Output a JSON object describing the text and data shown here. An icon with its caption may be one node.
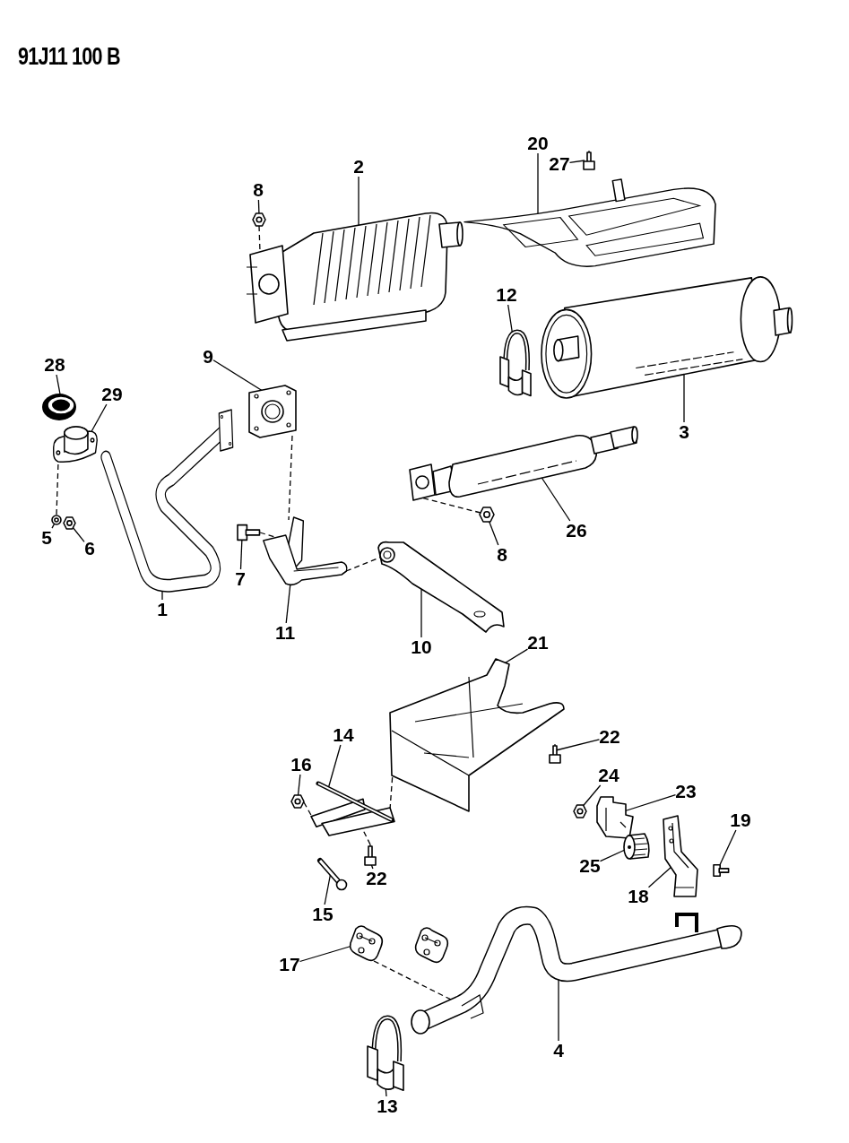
{
  "diagram": {
    "nodes": [
      {
        "text": [
          "2"
        ]
      },
      {
        "text": [],
        "shape": "picture"
      },
      {
        "text": [
          "8"
        ]
      },
      {
        "text": [],
        "shape": "picture"
      },
      {
        "text": [
          "20"
        ]
      },
      {
        "text": [],
        "shape": "picture"
      },
      {
        "text": [
          "27"
        ]
      },
      {
        "text": [],
        "shape": "picture"
      },
      {
        "text": [
          "12"
        ]
      },
      {
        "text": [],
        "shape": "picture"
      },
      {
        "text": [
          "3"
        ]
      },
      {
        "text": [],
        "shape": "picture"
      },
      {
        "text": [
          "28"
        ]
      },
      {
        "text": [],
        "shape": "picture"
      },
      {
        "text": [
          "29"
        ]
      },
      {
        "text": [],
        "shape": "picture"
      },
      {
        "text": [
          "9"
        ]
      },
      {
        "text": [],
        "shape": "picture"
      },
      {
        "text": [
          "5"
        ]
      },
      {
        "text": [],
        "shape": "picture"
      },
      {
        "text": [
          "6"
        ]
      },
      {
        "text": [],
        "shape": "picture"
      },
      {
        "text": [
          "1"
        ]
      },
      {
        "text": [],
        "shape": "picture"
      },
      {
        "text": [
          "7"
        ]
      },
      {
        "text": [],
        "shape": "picture"
      },
      {
        "text": [
          "11"
        ]
      },
      {
        "text": [],
        "shape": "picture"
      },
      {
        "text": [
          "26"
        ]
      },
      {
        "text": [],
        "shape": "picture"
      },
      {
        "text": [
          "8"
        ]
      },
      {
        "text": [],
        "shape": "picture"
      },
      {
        "text": [
          "10"
        ]
      },
      {
        "text": [],
        "shape": "picture"
      },
      {
        "text": [
          "21"
        ]
      },
      {
        "text": [],
        "shape": "picture"
      },
      {
        "text": [
          "22"
        ]
      },
      {
        "text": [],
        "shape": "picture"
      },
      {
        "text": [
          "14"
        ]
      },
      {
        "text": [],
        "shape": "picture"
      },
      {
        "text": [
          "16"
        ]
      },
      {
        "text": [],
        "shape": "picture"
      },
      {
        "text": [
          "24"
        ]
      },
      {
        "text": [],
        "shape": "picture"
      },
      {
        "text": [
          "23"
        ]
      },
      {
        "text": [],
        "shape": "picture"
      },
      {
        "text": [
          "19"
        ]
      },
      {
        "text": [],
        "shape": "picture"
      },
      {
        "text": [
          "22"
        ]
      },
      {
        "text": [],
        "shape": "picture"
      },
      {
        "text": [
          "25"
        ]
      },
      {
        "text": [],
        "shape": "picture"
      },
      {
        "text": [
          "18"
        ]
      },
      {
        "text": [],
        "shape": "picture"
      },
      {
        "text": [
          "15"
        ]
      },
      {
        "text": [],
        "shape": "picture"
      },
      {
        "text": [
          "17"
        ]
      },
      {
        "text": [],
        "shape": "picture"
      },
      {
        "text": [
          "4"
        ]
      },
      {
        "text": [],
        "shape": "picture"
      },
      {
        "text": [
          "13"
        ]
      },
      {
        "text": [],
        "shape": "picture"
      }
    ],
    "edges": [
      {
        "from": 0,
        "to": 1,
        "arrow": "none"
      },
      {
        "from": 2,
        "to": 3,
        "arrow": "none"
      },
      {
        "from": 4,
        "to": 5,
        "arrow": "none"
      },
      {
        "from": 6,
        "to": 7,
        "arrow": "none"
      },
      {
        "from": 8,
        "to": 9,
        "arrow": "none"
      },
      {
        "from": 10,
        "to": 11,
        "arrow": "none"
      },
      {
        "from": 12,
        "to": 13,
        "arrow": "none"
      },
      {
        "from": 14,
        "to": 15,
        "arrow": "none"
      },
      {
        "from": 16,
        "to": 17,
        "arrow": "none"
      },
      {
        "from": 18,
        "to": 19,
        "arrow": "none"
      },
      {
        "from": 20,
        "to": 21,
        "arrow": "none"
      },
      {
        "from": 22,
        "to": 23,
        "arrow": "none"
      },
      {
        "from": 24,
        "to": 25,
        "arrow": "none"
      },
      {
        "from": 26,
        "to": 27,
        "arrow": "none"
      },
      {
        "from": 28,
        "to": 29,
        "arrow": "none"
      },
      {
        "from": 30,
        "to": 31,
        "arrow": "none"
      },
      {
        "from": 32,
        "to": 33,
        "arrow": "none"
      },
      {
        "from": 34,
        "to": 35,
        "arrow": "none"
      },
      {
        "from": 36,
        "to": 37,
        "arrow": "none"
      },
      {
        "from": 38,
        "to": 39,
        "arrow": "none"
      },
      {
        "from": 40,
        "to": 41,
        "arrow": "none"
      },
      {
        "from": 42,
        "to": 43,
        "arrow": "none"
      },
      {
        "from": 44,
        "to": 45,
        "arrow": "none"
      },
      {
        "from": 46,
        "to": 47,
        "arrow": "none"
      },
      {
        "from": 48,
        "to": 49,
        "arrow": "none"
      },
      {
        "from": 50,
        "to": 51,
        "arrow": "none"
      },
      {
        "from": 52,
        "to": 53,
        "arrow": "none"
      },
      {
        "from": 54,
        "to": 55,
        "arrow": "none"
      },
      {
        "from": 56,
        "to": 57,
        "arrow": "none"
      },
      {
        "from": 58,
        "to": 59,
        "arrow": "none"
      },
      {
        "from": 60,
        "to": 61,
        "arrow": "none"
      },
      {
        "from": 3,
        "to": 1,
        "arrow": "none",
        "style": "dashed"
      },
      {
        "from": 19,
        "to": 15,
        "arrow": "none",
        "style": "dashed"
      },
      {
        "from": 17,
        "to": 27,
        "arrow": "none",
        "style": "dashed"
      },
      {
        "from": 25,
        "to": 27,
        "arrow": "none",
        "style": "dashed"
      },
      {
        "from": 27,
        "to": 33,
        "arrow": "none",
        "style": "dashed"
      },
      {
        "from": 31,
        "to": 29,
        "arrow": "none",
        "style": "dashed"
      },
      {
        "from": 39,
        "to": 35,
        "arrow": "none",
        "style": "dashed"
      },
      {
        "from": 41,
        "to": 39,
        "arrow": "none",
        "style": "dashed"
      },
      {
        "from": 49,
        "to": 39,
        "arrow": "none",
        "style": "dashed"
      },
      {
        "from": 57,
        "to": 59,
        "arrow": "none",
        "style": "dashed"
      }
    ],
    "labels": [
      "91J11 100 B"
    ]
  }
}
